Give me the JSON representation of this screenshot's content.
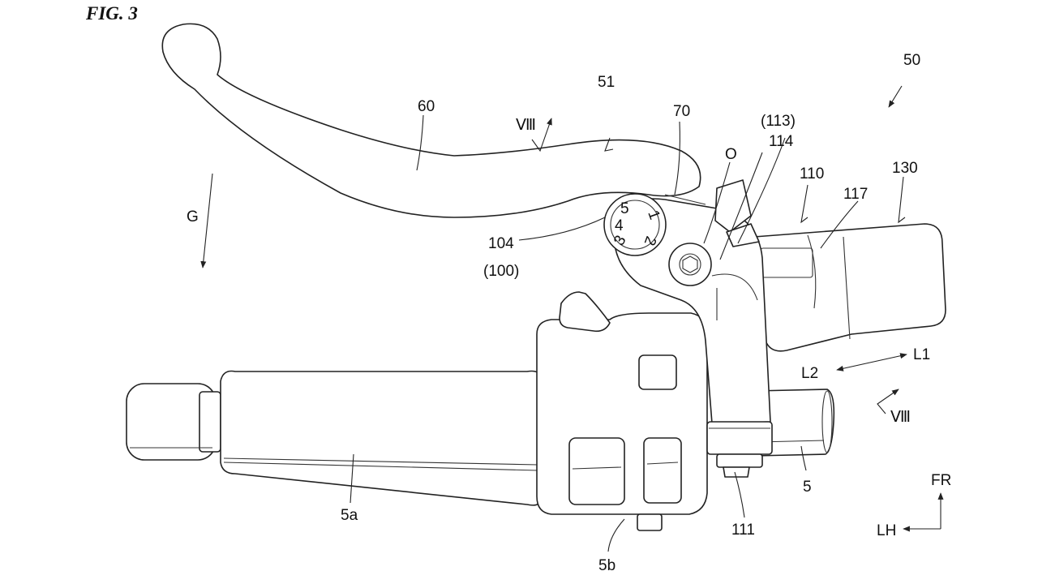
{
  "figure": {
    "title": "FIG. 3"
  },
  "labels": {
    "l50": "50",
    "l51": "51",
    "l60": "60",
    "l70": "70",
    "l113": "(113)",
    "l114": "114",
    "lO": "O",
    "l110": "110",
    "l117": "117",
    "l130": "130",
    "lG": "G",
    "l104": "104",
    "l100": "(100)",
    "lL1": "L1",
    "lL2": "L2",
    "lVIIIa": "Ⅷ",
    "lVIIIb": "Ⅷ",
    "l5": "5",
    "l5a": "5a",
    "l5b": "5b",
    "l111": "111",
    "lFR": "FR",
    "lLH": "LH",
    "dial": [
      "1",
      "2",
      "3",
      "4",
      "5"
    ]
  }
}
